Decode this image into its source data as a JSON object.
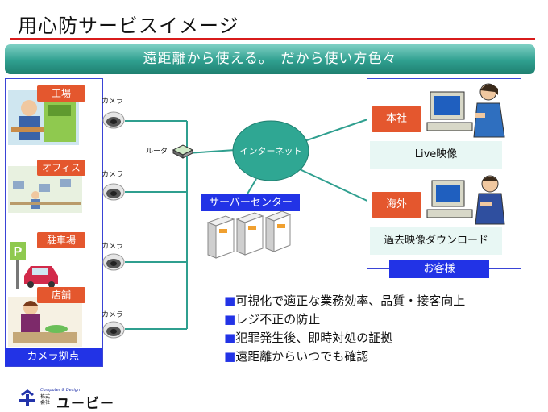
{
  "title": "用心防サービスイメージ",
  "banner": "遠距離から使える。　だから使い方色々",
  "left_panel": {
    "sites": [
      "工場",
      "オフィス",
      "駐車場",
      "店舗"
    ],
    "footer": "カメラ拠点"
  },
  "cameras": {
    "label": "カメラ"
  },
  "router_label": "ルータ",
  "internet_label": "インターネット",
  "server_center_label": "サーバーセンター",
  "right_panel": {
    "hq_label": "本社",
    "hq_output": "Live映像",
    "overseas_label": "海外",
    "overseas_output": "過去映像ダウンロード",
    "footer": "お客様"
  },
  "bullets": [
    "可視化で適正な業務効率、品質・接客向上",
    "レジ不正の防止",
    "犯罪発生後、即時対処の証拠",
    "遠距離からいつでも確認"
  ],
  "bullet_marker": "■",
  "logo": {
    "tagline": "Computer & Design",
    "prefix": "株式会社",
    "name": "ユービー"
  },
  "colors": {
    "accent_red": "#e4572e",
    "accent_blue": "#2233e6",
    "teal": "#2f9f8f",
    "rule_red": "#d81b1b"
  }
}
